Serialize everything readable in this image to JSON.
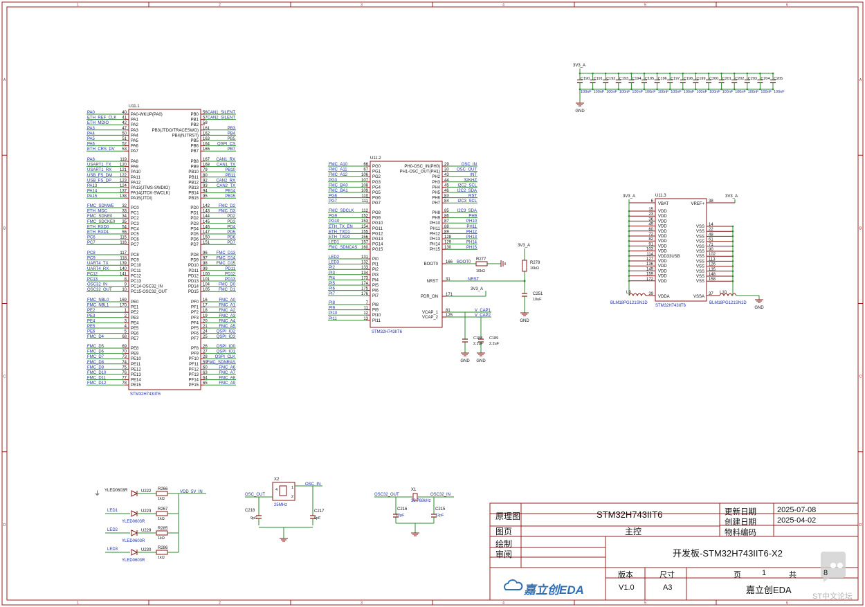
{
  "colors": {
    "frame": "#9b1c1c",
    "wire": "#2a8a2a",
    "pin": "#8a1515",
    "label": "#1c2fa0",
    "part": "#8a1515",
    "netlabel": "#1c2fa0",
    "text": "#111111"
  },
  "frame": {
    "cols": [
      "1",
      "2",
      "3",
      "4",
      "5",
      "6"
    ],
    "rows": [
      "A",
      "B",
      "C",
      "D"
    ]
  },
  "u1": {
    "designator": "U11.1",
    "part": "STM32H743IIT6",
    "left_pins": [
      {
        "net": "PA0",
        "num": "40",
        "name": "PA0-WKUP(PA0)"
      },
      {
        "net": "ETH_REF_CLK",
        "num": "41",
        "name": "PA1"
      },
      {
        "net": "ETH_MDIO",
        "num": "42",
        "name": "PA2"
      },
      {
        "net": "PA3",
        "num": "47",
        "name": "PA3"
      },
      {
        "net": "PA4",
        "num": "50",
        "name": "PA4"
      },
      {
        "net": "PA5",
        "num": "51",
        "name": "PA5"
      },
      {
        "net": "PA6",
        "num": "52",
        "name": "PA6"
      },
      {
        "net": "ETH_CRS_DV",
        "num": "53",
        "name": "PA7"
      },
      {
        "net": "PA8",
        "num": "119",
        "name": "PA8"
      },
      {
        "net": "USART1_TX",
        "num": "120",
        "name": "PA9"
      },
      {
        "net": "USART1_RX",
        "num": "121",
        "name": "PA10"
      },
      {
        "net": "USB_FS_DM",
        "num": "122",
        "name": "PA11"
      },
      {
        "net": "USB_FS_DP",
        "num": "123",
        "name": "PA12"
      },
      {
        "net": "PA13",
        "num": "124",
        "name": "PA13(JTMS-SWDIO)"
      },
      {
        "net": "PA14",
        "num": "137",
        "name": "PA14(JTCK-SWCLK)"
      },
      {
        "net": "PA15",
        "num": "138",
        "name": "PA15(JTDI)"
      },
      {
        "net": "FMC_SDNWE",
        "num": "32",
        "name": "PC0"
      },
      {
        "net": "ETH_MDC",
        "num": "33",
        "name": "PC1"
      },
      {
        "net": "FMC_SDNE0",
        "num": "34",
        "name": "PC2"
      },
      {
        "net": "FMC_SDCKE0",
        "num": "35",
        "name": "PC3"
      },
      {
        "net": "ETH_RXD0",
        "num": "54",
        "name": "PC4"
      },
      {
        "net": "ETH_RXD1",
        "num": "55",
        "name": "PC5"
      },
      {
        "net": "PC6",
        "num": "115",
        "name": "PC6"
      },
      {
        "net": "PC7",
        "num": "116",
        "name": "PC7"
      },
      {
        "net": "PC8",
        "num": "117",
        "name": "PC8"
      },
      {
        "net": "PC9",
        "num": "118",
        "name": "PC9"
      },
      {
        "net": "UART4_TX",
        "num": "139",
        "name": "PC10"
      },
      {
        "net": "UART4_RX",
        "num": "140",
        "name": "PC11"
      },
      {
        "net": "PC12",
        "num": "141",
        "name": "PC12"
      },
      {
        "net": "PC13",
        "num": "8",
        "name": "PC13"
      },
      {
        "net": "OSC32_IN",
        "num": "9",
        "name": "PC14-OSC32_IN"
      },
      {
        "net": "OSC32_OUT",
        "num": "10",
        "name": "PC15-OSC32_OUT"
      },
      {
        "net": "FMC_NBL0",
        "num": "169",
        "name": "PE0"
      },
      {
        "net": "FMC_NBL1",
        "num": "170",
        "name": "PE1"
      },
      {
        "net": "PE2",
        "num": "1",
        "name": "PE2"
      },
      {
        "net": "PE3",
        "num": "2",
        "name": "PE3"
      },
      {
        "net": "PE4",
        "num": "3",
        "name": "PE4"
      },
      {
        "net": "PE5",
        "num": "4",
        "name": "PE5"
      },
      {
        "net": "PE6",
        "num": "5",
        "name": "PE6"
      },
      {
        "net": "FMC_D4",
        "num": "68",
        "name": "PE7"
      },
      {
        "net": "FMC_D5",
        "num": "69",
        "name": "PE8"
      },
      {
        "net": "FMC_D6",
        "num": "70",
        "name": "PE9"
      },
      {
        "net": "FMC_D7",
        "num": "73",
        "name": "PE10"
      },
      {
        "net": "FMC_D8",
        "num": "74",
        "name": "PE11"
      },
      {
        "net": "FMC_D9",
        "num": "75",
        "name": "PE12"
      },
      {
        "net": "FMC_D10",
        "num": "76",
        "name": "PE13"
      },
      {
        "net": "FMC_D11",
        "num": "77",
        "name": "PE14"
      },
      {
        "net": "FMC_D12",
        "num": "78",
        "name": "PE15"
      }
    ],
    "right_pins": [
      {
        "net": "CAN1_SILENT",
        "num": "56",
        "name": "PB0"
      },
      {
        "net": "CAN2_SILENT",
        "num": "57",
        "name": "PB1"
      },
      {
        "net": "",
        "num": "58",
        "name": "PB2"
      },
      {
        "net": "PB3",
        "num": "161",
        "name": "PB3(JTDO/TRACESWO)"
      },
      {
        "net": "PB4",
        "num": "162",
        "name": "PB4(NJTRST)"
      },
      {
        "net": "PB5",
        "num": "163",
        "name": "PB5"
      },
      {
        "net": "QSPI_CS",
        "num": "164",
        "name": "PB6"
      },
      {
        "net": "PB7",
        "num": "165",
        "name": "PB7"
      },
      {
        "net": "CAN1_RX",
        "num": "167",
        "name": "PB8"
      },
      {
        "net": "CAN1_TX",
        "num": "168",
        "name": "PB9"
      },
      {
        "net": "PB10",
        "num": "79",
        "name": "PB10"
      },
      {
        "net": "PB11",
        "num": "80",
        "name": "PB11"
      },
      {
        "net": "CAN2_RX",
        "num": "92",
        "name": "PB12"
      },
      {
        "net": "CAN2_TX",
        "num": "93",
        "name": "PB13"
      },
      {
        "net": "PB14",
        "num": "94",
        "name": "PB14"
      },
      {
        "net": "PB15",
        "num": "95",
        "name": "PB15"
      },
      {
        "net": "FMC_D2",
        "num": "142",
        "name": "PD0"
      },
      {
        "net": "FMC_D3",
        "num": "143",
        "name": "PD1"
      },
      {
        "net": "PD2",
        "num": "144",
        "name": "PD2"
      },
      {
        "net": "PD3",
        "num": "145",
        "name": "PD3"
      },
      {
        "net": "PD4",
        "num": "146",
        "name": "PD4"
      },
      {
        "net": "PD5",
        "num": "147",
        "name": "PD5"
      },
      {
        "net": "PD6",
        "num": "150",
        "name": "PD6"
      },
      {
        "net": "PD7",
        "num": "151",
        "name": "PD7"
      },
      {
        "net": "FMC_D13",
        "num": "96",
        "name": "PD8"
      },
      {
        "net": "FMC_D14",
        "num": "97",
        "name": "PD9"
      },
      {
        "net": "FMC_D15",
        "num": "98",
        "name": "PD10"
      },
      {
        "net": "PD11",
        "num": "99",
        "name": "PD11"
      },
      {
        "net": "PD12",
        "num": "100",
        "name": "PD12"
      },
      {
        "net": "PD13",
        "num": "101",
        "name": "PD13"
      },
      {
        "net": "FMC_D0",
        "num": "104",
        "name": "PD14"
      },
      {
        "net": "FMC_D1",
        "num": "105",
        "name": "PD15"
      },
      {
        "net": "FMC_A0",
        "num": "16",
        "name": "PF0"
      },
      {
        "net": "FMC_A1",
        "num": "17",
        "name": "PF1"
      },
      {
        "net": "FMC_A2",
        "num": "18",
        "name": "PF2"
      },
      {
        "net": "FMC_A3",
        "num": "19",
        "name": "PF3"
      },
      {
        "net": "FMC_A4",
        "num": "20",
        "name": "PF4"
      },
      {
        "net": "FMC_A5",
        "num": "21",
        "name": "PF5"
      },
      {
        "net": "QSPI_IO2",
        "num": "24",
        "name": "PF6"
      },
      {
        "net": "QSPI_IO3",
        "num": "25",
        "name": "PF7"
      },
      {
        "net": "QSPI_IO0",
        "num": "26",
        "name": "PF8"
      },
      {
        "net": "QSPI_IO1",
        "num": "27",
        "name": "PF9"
      },
      {
        "net": "QSPI_CLK",
        "num": "28",
        "name": "PF10"
      },
      {
        "net": "FMC_SDNRAS",
        "num": "59",
        "name": "PF11"
      },
      {
        "net": "FMC_A6",
        "num": "60",
        "name": "PF12"
      },
      {
        "net": "FMC_A7",
        "num": "63",
        "name": "PF13"
      },
      {
        "net": "FMC_A8",
        "num": "64",
        "name": "PF14"
      },
      {
        "net": "FMC_A9",
        "num": "65",
        "name": "PF15"
      }
    ]
  },
  "u2": {
    "designator": "U11.2",
    "part": "STM32H743IIT6",
    "left_pins": [
      {
        "net": "FMC_A10",
        "num": "66",
        "name": "PG0"
      },
      {
        "net": "FMC_A11",
        "num": "67",
        "name": "PG1"
      },
      {
        "net": "FMC_A12",
        "num": "106",
        "name": "PG2"
      },
      {
        "net": "PG3",
        "num": "107",
        "name": "PG3"
      },
      {
        "net": "FMC_BA0",
        "num": "108",
        "name": "PG4"
      },
      {
        "net": "FMC_BA1",
        "num": "109",
        "name": "PG5"
      },
      {
        "net": "PG6",
        "num": "110",
        "name": "PG6"
      },
      {
        "net": "PG7",
        "num": "111",
        "name": "PG7"
      },
      {
        "net": "FMC_SDCLK",
        "num": "112",
        "name": "PG8"
      },
      {
        "net": "PG9",
        "num": "152",
        "name": "PG9"
      },
      {
        "net": "PG10",
        "num": "153",
        "name": "PG10"
      },
      {
        "net": "ETH_TX_EN",
        "num": "154",
        "name": "PG11"
      },
      {
        "net": "ETH_TXD1",
        "num": "155",
        "name": "PG12"
      },
      {
        "net": "ETH_TXD0",
        "num": "156",
        "name": "PG13"
      },
      {
        "net": "LED1",
        "num": "157",
        "name": "PG14"
      },
      {
        "net": "FMC_SDNCAS",
        "num": "160",
        "name": "PG15"
      },
      {
        "net": "LED2",
        "num": "131",
        "name": "PI0"
      },
      {
        "net": "LED3",
        "num": "132",
        "name": "PI1"
      },
      {
        "net": "PI2",
        "num": "133",
        "name": "PI2"
      },
      {
        "net": "PI3",
        "num": "134",
        "name": "PI3"
      },
      {
        "net": "PI4",
        "num": "173",
        "name": "PI4"
      },
      {
        "net": "PI5",
        "num": "174",
        "name": "PI5"
      },
      {
        "net": "PI6",
        "num": "175",
        "name": "PI6"
      },
      {
        "net": "PI7",
        "num": "176",
        "name": "PI7"
      },
      {
        "net": "PI8",
        "num": "7",
        "name": "PI8"
      },
      {
        "net": "PI9",
        "num": "11",
        "name": "PI9"
      },
      {
        "net": "PI10",
        "num": "12",
        "name": "PI10"
      },
      {
        "net": "PI11",
        "num": "13",
        "name": "PI11"
      }
    ],
    "right_pins": [
      {
        "net": "OSC_IN",
        "num": "29",
        "name": "PH0-OSC_IN(PH0)"
      },
      {
        "net": "OSC_OUT",
        "num": "30",
        "name": "PH1-OSC_OUT(PH1)"
      },
      {
        "net": "INT",
        "num": "43",
        "name": "PH2"
      },
      {
        "net": "32KHZ",
        "num": "44",
        "name": "PH3"
      },
      {
        "net": "I2C2_SCL",
        "num": "45",
        "name": "PH4"
      },
      {
        "net": "I2C2_SDA",
        "num": "46",
        "name": "PH5"
      },
      {
        "net": "RST",
        "num": "83",
        "name": "PH6"
      },
      {
        "net": "I2C3_SCL",
        "num": "84",
        "name": "PH7"
      },
      {
        "net": "I2C3_SDA",
        "num": "85",
        "name": "PH8"
      },
      {
        "net": "PH9",
        "num": "86",
        "name": "PH9"
      },
      {
        "net": "PH10",
        "num": "87",
        "name": "PH10"
      },
      {
        "net": "PH11",
        "num": "88",
        "name": "PH11"
      },
      {
        "net": "PH12",
        "num": "89",
        "name": "PH12"
      },
      {
        "net": "PH13",
        "num": "128",
        "name": "PH13"
      },
      {
        "net": "PH14",
        "num": "129",
        "name": "PH14"
      },
      {
        "net": "PH15",
        "num": "130",
        "name": "PH15"
      }
    ],
    "special": [
      {
        "net": "BOOT0",
        "num": "166",
        "name": "BOOT0"
      },
      {
        "net": "NRST",
        "num": "31",
        "name": "NRST"
      },
      {
        "net": "3V3_A",
        "num": "171",
        "name": "PDR_ON"
      },
      {
        "net": "V_CAP1",
        "num": "81",
        "name": "VCAP_1"
      },
      {
        "net": "V_CAP2",
        "num": "125",
        "name": "VCAP_2"
      }
    ],
    "r277": {
      "ref": "R277",
      "val": "10kΩ"
    },
    "r278": {
      "ref": "R278",
      "val": "10kΩ"
    },
    "c251": {
      "ref": "C251",
      "val": "10uF"
    },
    "c188": {
      "ref": "C188",
      "val": "2.2uF"
    },
    "c189": {
      "ref": "C189",
      "val": "2.2uF"
    },
    "pwr": "3V3_A",
    "gnd": "GND"
  },
  "u3": {
    "designator": "U11.3",
    "part": "STM32H743IIT6",
    "vbat": {
      "num": "6",
      "name": "VBAT"
    },
    "vref": {
      "num": "38",
      "name": "VREF+"
    },
    "vdd": [
      {
        "num": "15",
        "name": "VDD"
      },
      {
        "num": "23",
        "name": "VDD"
      },
      {
        "num": "36",
        "name": "VDD"
      },
      {
        "num": "49",
        "name": "VDD"
      },
      {
        "num": "60",
        "name": "VDD"
      },
      {
        "num": "72",
        "name": "VDD"
      },
      {
        "num": "82",
        "name": "VDD"
      },
      {
        "num": "91",
        "name": "VDD"
      },
      {
        "num": "103",
        "name": "VDD"
      },
      {
        "num": "114",
        "name": "VDD33USB"
      },
      {
        "num": "127",
        "name": "VDD"
      },
      {
        "num": "136",
        "name": "VDD"
      },
      {
        "num": "149",
        "name": "VDD"
      },
      {
        "num": "159",
        "name": "VDD"
      },
      {
        "num": "172",
        "name": "VDD"
      }
    ],
    "vss": [
      {
        "num": "14",
        "name": "VSS"
      },
      {
        "num": "22",
        "name": "VSS"
      },
      {
        "num": "48",
        "name": "VSS"
      },
      {
        "num": "61",
        "name": "VSS"
      },
      {
        "num": "71",
        "name": "VSS"
      },
      {
        "num": "90",
        "name": "VSS"
      },
      {
        "num": "102",
        "name": "VSS"
      },
      {
        "num": "113",
        "name": "VSS"
      },
      {
        "num": "126",
        "name": "VSS"
      },
      {
        "num": "135",
        "name": "VSS"
      },
      {
        "num": "148",
        "name": "VSS"
      },
      {
        "num": "158",
        "name": "VSS"
      }
    ],
    "vdda": {
      "num": "39",
      "name": "VDDA"
    },
    "vssa": {
      "num": "37",
      "name": "VSSA"
    },
    "l9": {
      "ref": "L9",
      "val": "BLM18PG121SN1D"
    },
    "l10": {
      "ref": "L10",
      "val": "BLM18PG121SN1D"
    },
    "pwr_left": "3V3_A",
    "pwr_right": "3V3_A",
    "gnd": "GND"
  },
  "decoupling": {
    "net": "3V3_A",
    "gnd": "GND",
    "caps": [
      "C190",
      "C191",
      "C192",
      "C193",
      "C194",
      "C195",
      "C196",
      "C197",
      "C198",
      "C199",
      "C200",
      "C201",
      "C202",
      "C203",
      "C204",
      "C205"
    ],
    "value": "100nF"
  },
  "leds": {
    "vdd_net": "VDD_5V_IN",
    "rows": [
      {
        "net": "",
        "diode": "U222",
        "resistor": "R266",
        "val": "1kΩ",
        "part": "YLED0603R"
      },
      {
        "net": "LED1",
        "diode": "U223",
        "resistor": "R267",
        "val": "1kΩ",
        "part": "YLED0603R"
      },
      {
        "net": "LED2",
        "diode": "U229",
        "resistor": "R285",
        "val": "1kΩ",
        "part": "YLED0603R"
      },
      {
        "net": "LED3",
        "diode": "U230",
        "resistor": "R286",
        "val": "1kΩ",
        "part": "YLED0603R"
      }
    ]
  },
  "hse": {
    "ref": "X2",
    "freq": "25MHz",
    "in": "OSC_IN",
    "out": "OSC_OUT",
    "c1": {
      "ref": "C218",
      "val": "9pF"
    },
    "c2": {
      "ref": "C217",
      "val": "9pF"
    },
    "pins": [
      "4",
      "1",
      "2",
      "3"
    ]
  },
  "lse": {
    "ref": "X1",
    "freq": "32.768kHz",
    "in": "OSC32_IN",
    "out": "OSC32_OUT",
    "c1": {
      "ref": "C216",
      "val": "12pF"
    },
    "c2": {
      "ref": "C215",
      "val": "12pF"
    }
  },
  "titleblock": {
    "schematic_label": "原理图",
    "schematic_value": "STM32H743IIT6",
    "page_label": "图页",
    "page_value": "主控",
    "drawn_label": "绘制",
    "review_label": "审阅",
    "update_label": "更新日期",
    "update_value": "2025-07-08",
    "create_label": "创建日期",
    "create_value": "2025-04-02",
    "material_label": "物料编码",
    "material_value": "",
    "board": "开发板-STM32H743IIT6-X2",
    "logo": "嘉立创EDA",
    "version_label": "版本",
    "version_value": "V1.0",
    "size_label": "尺寸",
    "size_value": "A3",
    "page_no_label": "页",
    "page_no_value": "1",
    "total_label": "共",
    "total_value": "8",
    "company": "嘉立创EDA"
  },
  "watermark": "ST中文论坛"
}
